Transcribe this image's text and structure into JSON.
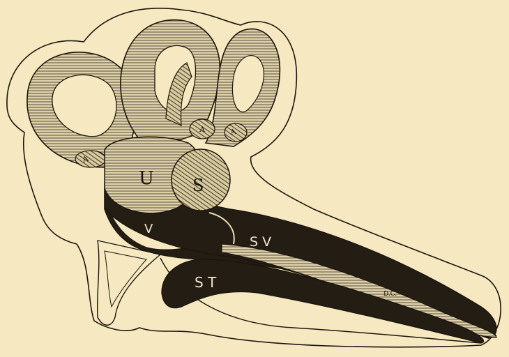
{
  "colors": {
    "paper": "#f6e8c0",
    "ink": "#1b150c",
    "membrane": "#ddd0aa",
    "dark_fill": "#241d14",
    "label_light": "#efe6cc"
  },
  "labels": {
    "ampulla_1": "A",
    "ampulla_2": "A",
    "ampulla_3": "A",
    "utricle": "U",
    "saccule": "S",
    "vestibule": "V",
    "scala_vestibuli": "S V",
    "scala_tympani": "S T",
    "cochlear_duct": "D.C."
  }
}
